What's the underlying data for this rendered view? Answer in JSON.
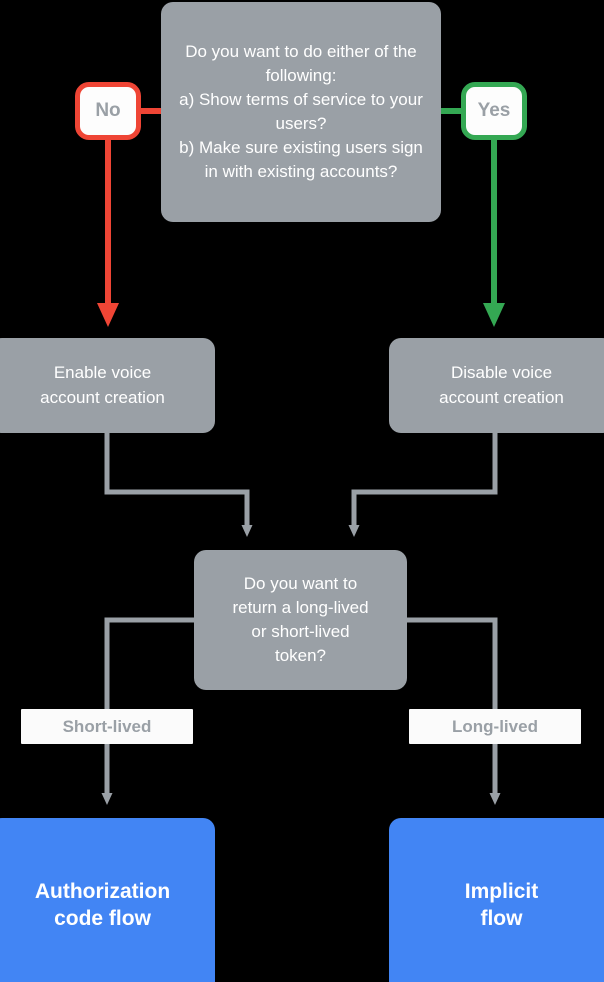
{
  "diagram": {
    "type": "flowchart",
    "background_color": "#000000",
    "palette": {
      "process_fill": "#9aa0a6",
      "terminal_fill": "#4285f4",
      "connector": "#9aa0a6",
      "no_branch": "#ef4535",
      "yes_branch": "#34a853",
      "chip_fill": "#fbfbfb",
      "chip_text": "#9aa0a6",
      "box_text": "#ffffff"
    },
    "decision_1": {
      "text": "Do you want to do either of the following:\na) Show terms of service to your users?\nb) Make sure existing users sign in with existing accounts?"
    },
    "badge_no": {
      "label": "No"
    },
    "badge_yes": {
      "label": "Yes"
    },
    "box_enable": {
      "text": "Enable voice\naccount creation"
    },
    "box_disable": {
      "text": "Disable voice\naccount creation"
    },
    "decision_2": {
      "text": "Do you want to\nreturn a long-lived\nor short-lived\ntoken?"
    },
    "chip_short": {
      "label": "Short-lived"
    },
    "chip_long": {
      "label": "Long-lived"
    },
    "flow_auth": {
      "text": "Authorization\ncode flow"
    },
    "flow_implicit": {
      "text": "Implicit\nflow"
    }
  }
}
